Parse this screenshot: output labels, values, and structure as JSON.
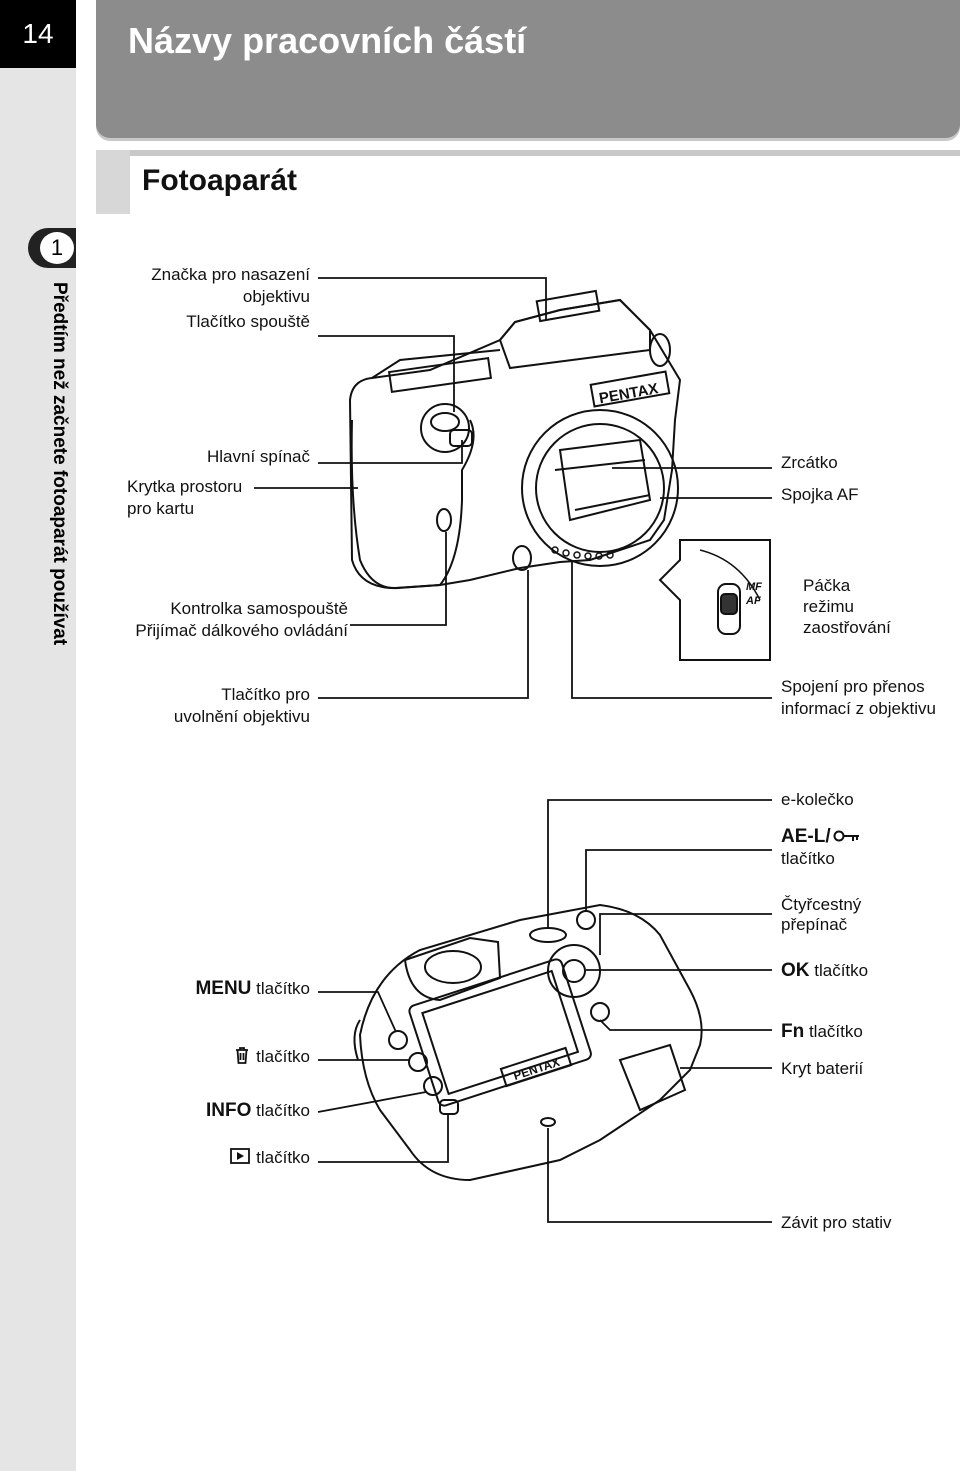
{
  "page_number": "14",
  "title": "Názvy pracovních částí",
  "section_title": "Fotoaparát",
  "chapter": {
    "number": "1",
    "text": "Předtím než začnete fotoaparát používat"
  },
  "front_labels": {
    "lens_mount_index": "Značka pro nasazení",
    "lens_mount_index_2": "objektivu",
    "shutter_button": "Tlačítko spouště",
    "main_switch": "Hlavní spínač",
    "card_cover": "Krytka prostoru",
    "card_cover_2": "pro kartu",
    "self_timer_lamp": "Kontrolka samospouště",
    "remote_receiver": "Přijímač dálkového ovládání",
    "lens_unlock_button": "Tlačítko pro",
    "lens_unlock_button_2": "uvolnění objektivu",
    "mirror": "Zrcátko",
    "af_coupler": "Spojka AF",
    "focus_mode_lever": "Páčka",
    "focus_mode_lever_2": "režimu",
    "focus_mode_lever_3": "zaostřování",
    "lens_contacts": "Spojení pro přenos",
    "lens_contacts_2": "informací z objektivu",
    "switch_mf": "MF",
    "switch_af": "AF"
  },
  "back_labels": {
    "e_dial": "e-kolečko",
    "ael_button": "AE-L/",
    "ael_button_2": "tlačítko",
    "four_way": "Čtyřcestný",
    "four_way_2": "přepínač",
    "ok_button_bold": "OK",
    "ok_button": "tlačítko",
    "fn_button_bold": "Fn",
    "fn_button": "tlačítko",
    "battery_cover": "Kryt baterií",
    "tripod_socket": "Závit pro stativ",
    "menu_button_bold": "MENU",
    "menu_button": "tlačítko",
    "delete_button": "tlačítko",
    "info_button_bold": "INFO",
    "info_button": "tlačítko",
    "play_button": "tlačítko"
  },
  "brand_text": "PENTAX"
}
